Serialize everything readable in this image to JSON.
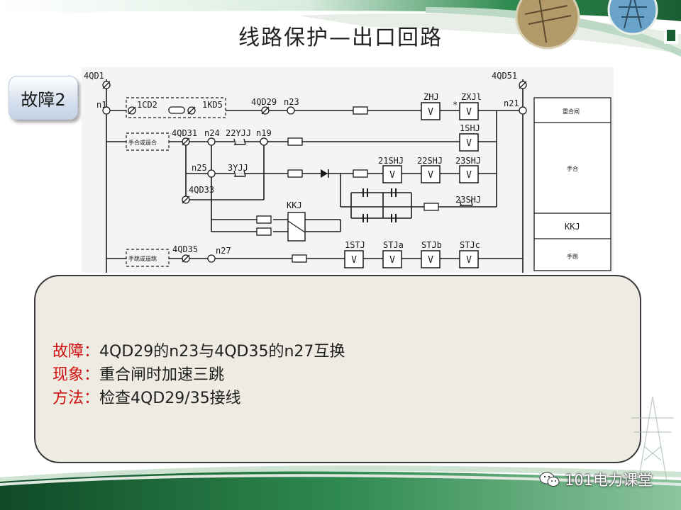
{
  "title": "线路保护—出口回路",
  "badge": "故障2",
  "diagram": {
    "terminals": {
      "left_top": "4QD1",
      "right_top": "4QD51",
      "n1": "n1",
      "n21": "n21",
      "t_4qd29": "4QD29",
      "n23": "n23",
      "t_4qd31": "4QD31",
      "n24": "n24",
      "n19": "n19",
      "n25": "n25",
      "t_4qd33": "4QD33",
      "t_4qd35": "4QD35",
      "n27": "n27"
    },
    "elements": {
      "lcd2": "1CD2",
      "kd5": "1KD5",
      "yjj22": "22YJJ",
      "yjj3": "3YJJ",
      "kkj": "KKJ",
      "zhj": "ZHJ",
      "zxjl": "ZXJl",
      "star": "*",
      "shj1": "1SHJ",
      "shj21": "21SHJ",
      "shj22": "22SHJ",
      "shj23": "23SHJ",
      "shj23b": "23SHJ",
      "stj1": "1STJ",
      "stja": "STJa",
      "stjb": "STJb",
      "stjc": "STJc",
      "v": "V"
    },
    "left_labels": {
      "manual_close": "手合或遥合",
      "manual_trip": "手跳或遥跳"
    },
    "right_labels": {
      "reclose": "重合闸",
      "manual_close": "手合",
      "kkj": "KKJ",
      "manual_trip": "手跳"
    }
  },
  "info": [
    {
      "key": "故障",
      "sep": "：",
      "text": "4QD29的n23与4QD35的n27互换"
    },
    {
      "key": "现象",
      "sep": "：",
      "text": "重合闸时加速三跳"
    },
    {
      "key": "方法",
      "sep": "：",
      "text": "检查4QD29/35接线"
    }
  ],
  "watermark": "101电力课堂",
  "colors": {
    "accent_green": "#1f6b3a",
    "info_key": "#d01010",
    "panel_bg": "#eeebe2"
  }
}
